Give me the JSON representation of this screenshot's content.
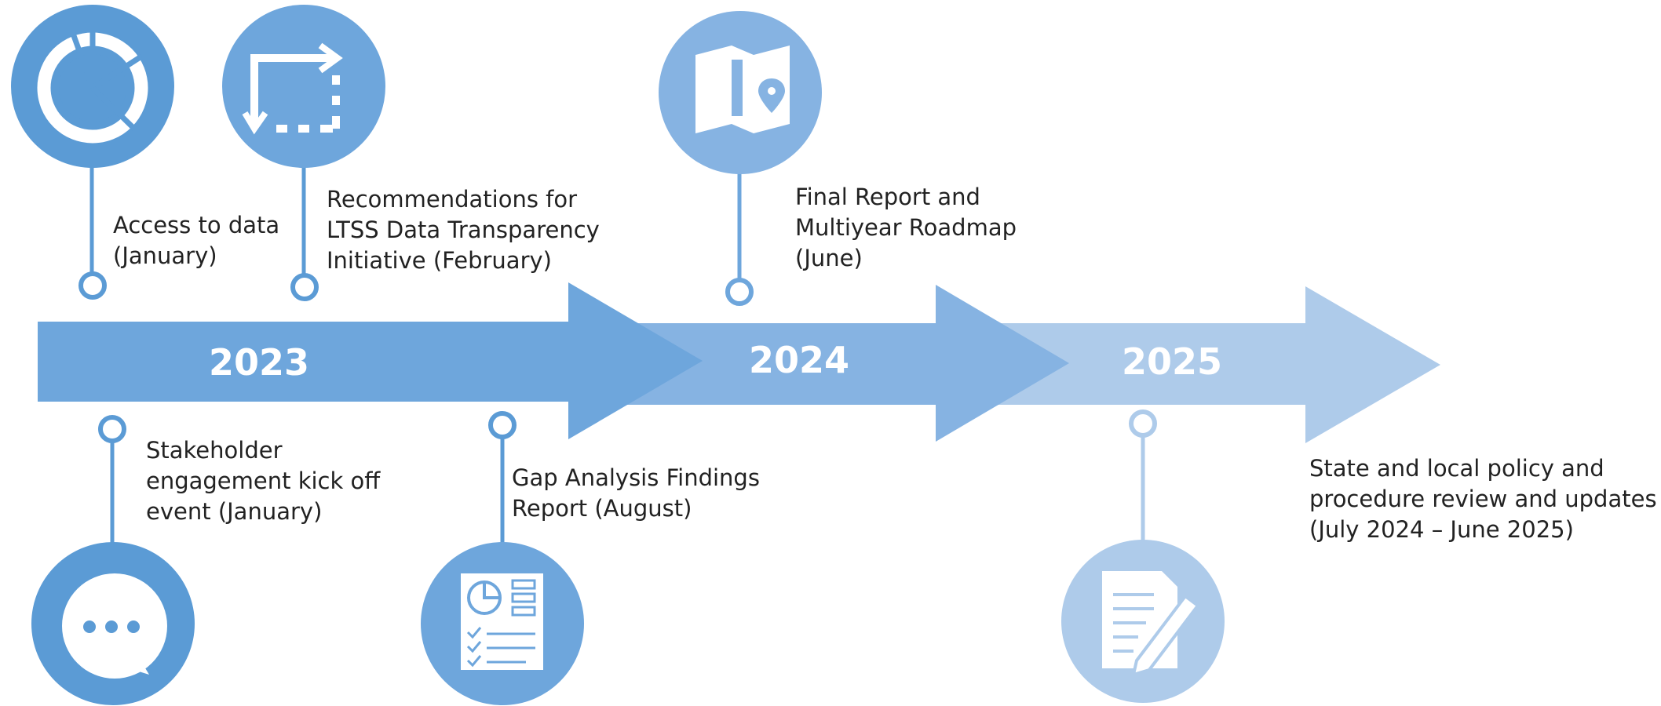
{
  "timeline": {
    "years": [
      "2023",
      "2024",
      "2025"
    ],
    "colors": {
      "y2023": "#6ea6dc",
      "y2024": "#86b3e2",
      "y2025": "#aecbea",
      "dark": "#5b9bd5"
    }
  },
  "milestones": [
    {
      "text": "Access to data\n(January)",
      "icon": "chart-ring-icon"
    },
    {
      "text": "Recommendations for\nLTSS Data Transparency\nInitiative (February)",
      "icon": "dotted-square-arrow-icon"
    },
    {
      "text": "Final Report and\nMultiyear Roadmap\n(June)",
      "icon": "map-pin-icon"
    },
    {
      "text": "Stakeholder\nengagement kick off\nevent (January)",
      "icon": "speech-bubble-icon"
    },
    {
      "text": "Gap Analysis Findings\nReport (August)",
      "icon": "report-checklist-icon"
    },
    {
      "text": "State and local policy and\nprocedure review and updates\n(July 2024 – June 2025)",
      "icon": "document-pen-icon"
    }
  ]
}
